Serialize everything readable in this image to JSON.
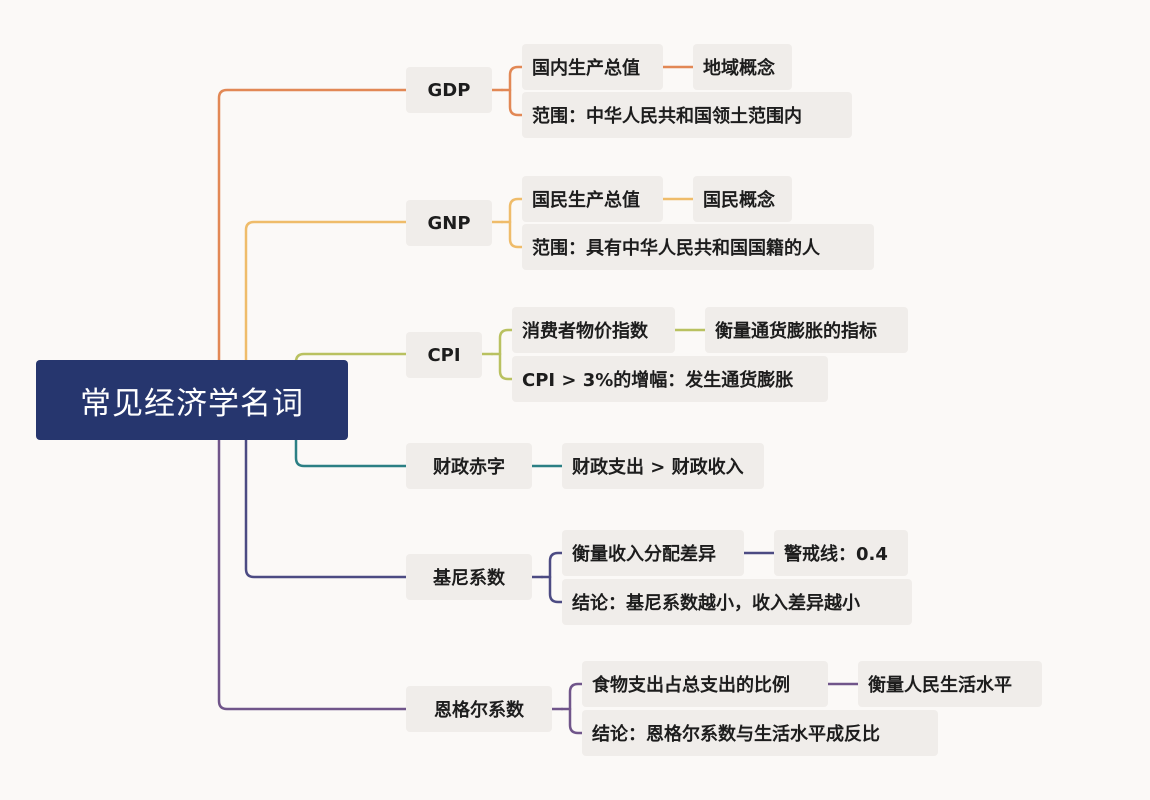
{
  "root": {
    "title": "常见经济学名词"
  },
  "branches": [
    {
      "label": "GDP",
      "color": "#e28855",
      "children": [
        {
          "text": "国内生产总值",
          "leaf": "地域概念"
        },
        {
          "text": "范围：中华人民共和国领土范围内"
        }
      ]
    },
    {
      "label": "GNP",
      "color": "#efbc6a",
      "children": [
        {
          "text": "国民生产总值",
          "leaf": "国民概念"
        },
        {
          "text": "范围：具有中华人民共和国国籍的人"
        }
      ]
    },
    {
      "label": "CPI",
      "color": "#b9c160",
      "children": [
        {
          "text": "消费者物价指数",
          "leaf": "衡量通货膨胀的指标"
        },
        {
          "text": "CPI > 3%的增幅：发生通货膨胀"
        }
      ]
    },
    {
      "label": "财政赤字",
      "color": "#2b7f84",
      "children": [
        {
          "text": "财政支出 > 财政收入"
        }
      ]
    },
    {
      "label": "基尼系数",
      "color": "#4c4b83",
      "children": [
        {
          "text": "衡量收入分配差异",
          "leaf": "警戒线：0.4"
        },
        {
          "text": "结论：基尼系数越小，收入差异越小"
        }
      ]
    },
    {
      "label": "恩格尔系数",
      "color": "#70558a",
      "children": [
        {
          "text": "食物支出占总支出的比例",
          "leaf": "衡量人民生活水平"
        },
        {
          "text": "结论：恩格尔系数与生活水平成反比"
        }
      ]
    }
  ]
}
